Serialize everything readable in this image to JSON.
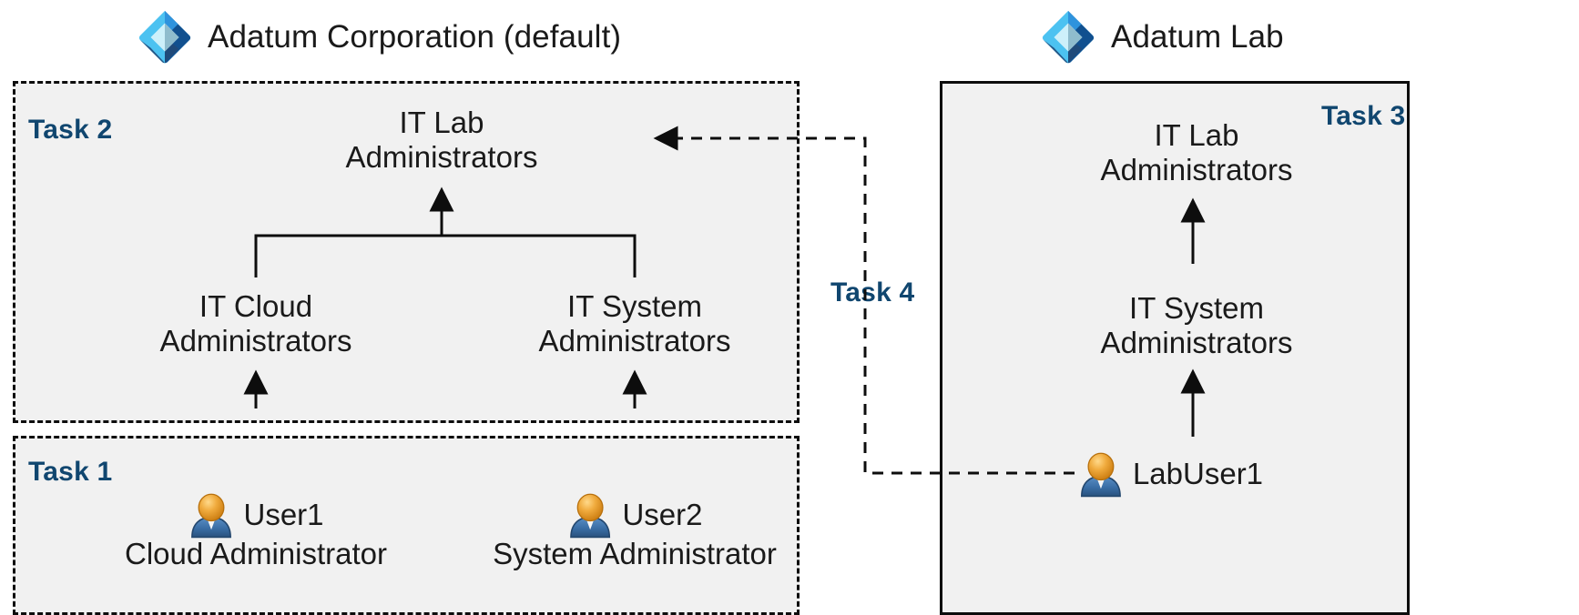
{
  "tenants": [
    {
      "id": "adatum-corporation",
      "label": "Adatum Corporation (default)",
      "icon": "azure-active-directory-icon"
    },
    {
      "id": "adatum-lab",
      "label": "Adatum Lab",
      "icon": "azure-active-directory-icon"
    }
  ],
  "tasks": {
    "task1": "Task 1",
    "task2": "Task 2",
    "task3": "Task 3",
    "task4": "Task 4"
  },
  "groups": {
    "it_lab_admins": "IT Lab\nAdministrators",
    "it_cloud_admins": "IT Cloud\nAdministrators",
    "it_system_admins": "IT System\nAdministrators",
    "lab_it_lab_admins": "IT Lab\nAdministrators",
    "lab_it_system_admins": "IT System\nAdministrators"
  },
  "users": [
    {
      "id": "user1",
      "name": "User1",
      "role": "Cloud Administrator",
      "icon": "user-icon"
    },
    {
      "id": "user2",
      "name": "User2",
      "role": "System Administrator",
      "icon": "user-icon"
    },
    {
      "id": "labuser1",
      "name": "LabUser1",
      "role": "",
      "icon": "user-icon"
    }
  ],
  "colors": {
    "task_label": "#10466f",
    "box_fill": "#f1f1f1",
    "box_border": "#0d0d0d",
    "text": "#1a1a1a",
    "icon_light_blue": "#50c5f5",
    "icon_mid_blue": "#2a8fd8",
    "icon_dark_blue": "#11508f",
    "icon_navy": "#1f4a7a",
    "icon_pale": "#cdf0fa",
    "user_head": "#e8a33d",
    "user_body": "#3b6fa8"
  }
}
